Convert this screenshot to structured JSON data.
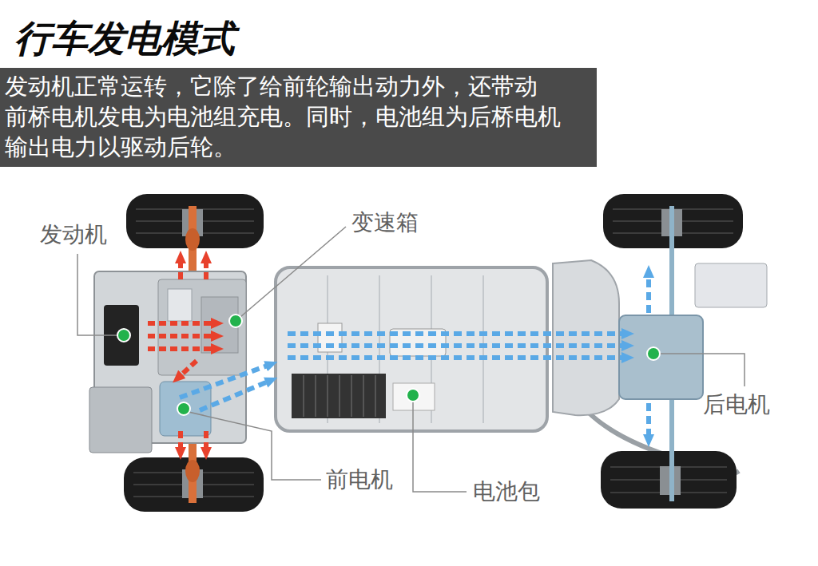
{
  "diagram": {
    "title": "行车发电模式",
    "caption": "发动机正常运转，它除了给前轮输出动力外，还带动 前桥电机发电为电池组充电。同时，电池组为后桥电机 输出电力以驱动后轮。",
    "labels": [
      "发动机",
      "变速箱",
      "前电机",
      "电池包",
      "后电机"
    ]
  }
}
